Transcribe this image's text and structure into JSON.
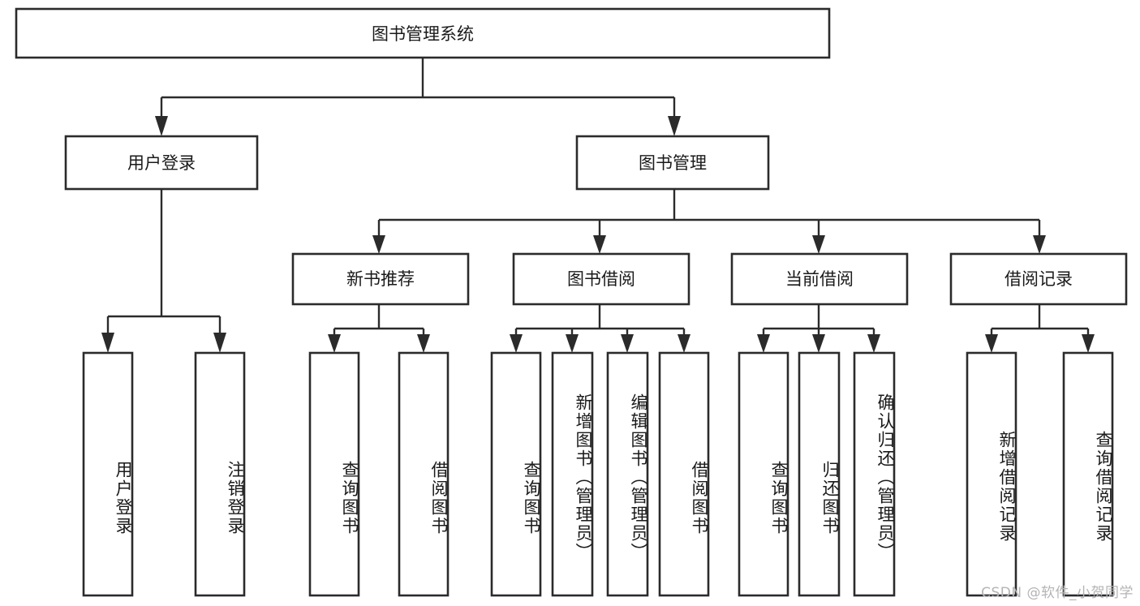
{
  "diagram": {
    "title": "图书管理系统",
    "type": "tree-hierarchy",
    "orientation": "top-down",
    "root": {
      "id": "root",
      "label": "图书管理系统",
      "text_direction": "horizontal"
    },
    "level2": [
      {
        "id": "user-login",
        "label": "用户登录",
        "text_direction": "horizontal"
      },
      {
        "id": "book-manage",
        "label": "图书管理",
        "text_direction": "horizontal"
      }
    ],
    "level3": [
      {
        "id": "new-book-recommend",
        "label": "新书推荐",
        "parent": "book-manage",
        "text_direction": "horizontal"
      },
      {
        "id": "book-borrow",
        "label": "图书借阅",
        "parent": "book-manage",
        "text_direction": "horizontal"
      },
      {
        "id": "current-borrow",
        "label": "当前借阅",
        "parent": "book-manage",
        "text_direction": "horizontal"
      },
      {
        "id": "borrow-record",
        "label": "借阅记录",
        "parent": "book-manage",
        "text_direction": "horizontal"
      }
    ],
    "leaves": [
      {
        "id": "leaf-user-login",
        "label": "用户登录",
        "parent": "user-login",
        "text_direction": "vertical"
      },
      {
        "id": "leaf-user-logout",
        "label": "注销登录",
        "parent": "user-login",
        "text_direction": "vertical"
      },
      {
        "id": "leaf-query-book-1",
        "label": "查询图书",
        "parent": "new-book-recommend",
        "text_direction": "vertical"
      },
      {
        "id": "leaf-borrow-book-1",
        "label": "借阅图书",
        "parent": "new-book-recommend",
        "text_direction": "vertical"
      },
      {
        "id": "leaf-query-book-2",
        "label": "查询图书",
        "parent": "book-borrow",
        "text_direction": "vertical"
      },
      {
        "id": "leaf-add-book",
        "label": "新增图书（管理员）",
        "parent": "book-borrow",
        "text_direction": "vertical"
      },
      {
        "id": "leaf-edit-book",
        "label": "编辑图书（管理员）",
        "parent": "book-borrow",
        "text_direction": "vertical"
      },
      {
        "id": "leaf-borrow-book-2",
        "label": "借阅图书",
        "parent": "book-borrow",
        "text_direction": "vertical"
      },
      {
        "id": "leaf-query-book-3",
        "label": "查询图书",
        "parent": "current-borrow",
        "text_direction": "vertical"
      },
      {
        "id": "leaf-return-book",
        "label": "归还图书",
        "parent": "current-borrow",
        "text_direction": "vertical"
      },
      {
        "id": "leaf-confirm-return",
        "label": "确认归还（管理员）",
        "parent": "current-borrow",
        "text_direction": "vertical"
      },
      {
        "id": "leaf-add-record",
        "label": "新增借阅记录",
        "parent": "borrow-record",
        "text_direction": "vertical"
      },
      {
        "id": "leaf-query-record",
        "label": "查询借阅记录",
        "parent": "borrow-record",
        "text_direction": "vertical"
      }
    ],
    "watermark": "CSDN @软件_小贺同学",
    "colors": {
      "stroke": "#2b2b2b",
      "fill": "#ffffff",
      "text": "#1a1a1a",
      "background": "#ffffff",
      "watermark": "#b4b4b4"
    }
  }
}
